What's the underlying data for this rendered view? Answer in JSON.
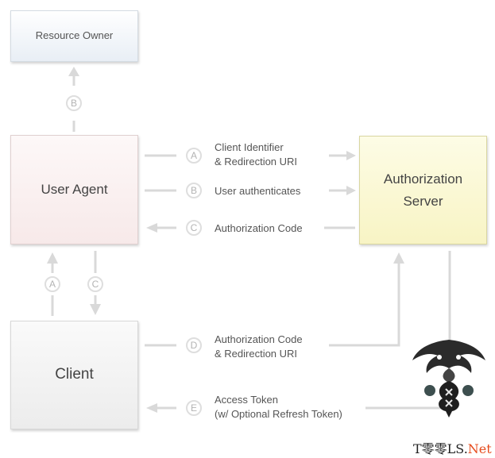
{
  "boxes": {
    "resource_owner": "Resource Owner",
    "user_agent": "User Agent",
    "authorization_server": {
      "line1": "Authorization",
      "line2": "Server"
    },
    "client": "Client"
  },
  "steps": {
    "b_owner": "B",
    "a_top": "A",
    "b_mid": "B",
    "c_top": "C",
    "a_left": "A",
    "c_left": "C",
    "d": "D",
    "e": "E"
  },
  "labels": {
    "a": {
      "line1": "Client Identifier",
      "line2": "& Redirection URI"
    },
    "b": "User authenticates",
    "c": "Authorization Code",
    "d": {
      "line1": "Authorization Code",
      "line2": "& Redirection URI"
    },
    "e": {
      "line1": "Access Token",
      "line2": "(w/ Optional Refresh Token)"
    }
  },
  "watermark": {
    "prefix": "T零零LS.",
    "suffix": "Net"
  },
  "colors": {
    "line": "#d9d9d9",
    "resource_owner_fill": "#eef2f7",
    "user_agent_fill": "#fbf1f1",
    "authorization_server_fill": "#fbf9d6",
    "client_fill": "#f3f3f3",
    "watermark_accent": "#e64b1c"
  }
}
